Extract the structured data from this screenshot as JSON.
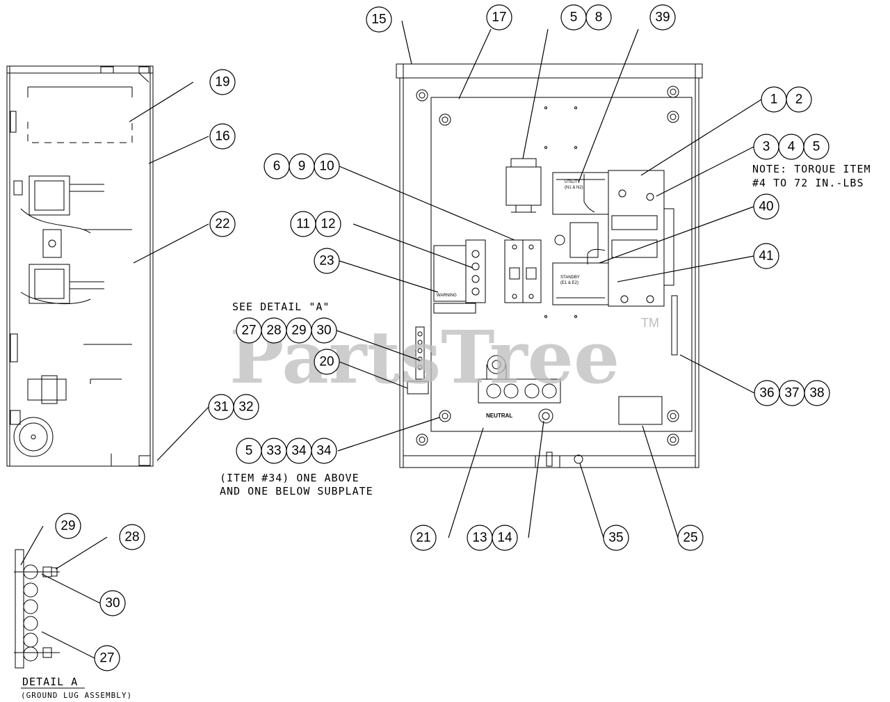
{
  "watermark": {
    "text": "PartsTree",
    "tm": "TM"
  },
  "notes": {
    "torque_line1": "NOTE: TORQUE ITEM",
    "torque_line2": "#4 TO 72 IN.-LBS",
    "see_detail": "SEE DETAIL \"A\"",
    "item34_line1": "(ITEM #34) ONE ABOVE",
    "item34_line2": "AND ONE BELOW SUBPLATE",
    "detail_title": "DETAIL A",
    "detail_subtitle": "(GROUND LUG ASSEMBLY)"
  },
  "panel_labels": {
    "neutral": "NEUTRAL",
    "warning": "WARNING",
    "utility": "UTILITY",
    "utility_sub": "(N1 & N2)",
    "standby": "STANDBY",
    "standby_sub": "(E1 & E2)"
  },
  "callouts": {
    "c15": "15",
    "c17": "17",
    "c5a": "5",
    "c8": "8",
    "c39": "39",
    "c19": "19",
    "c16": "16",
    "c22": "22",
    "c31": "31",
    "c32": "32",
    "c1": "1",
    "c2": "2",
    "c3": "3",
    "c4": "4",
    "c5b": "5",
    "c40": "40",
    "c41": "41",
    "c6": "6",
    "c9": "9",
    "c10": "10",
    "c11": "11",
    "c12": "12",
    "c23": "23",
    "c27a": "27",
    "c28a": "28",
    "c29a": "29",
    "c30a": "30",
    "c20": "20",
    "c5c": "5",
    "c33": "33",
    "c34a": "34",
    "c34b": "34",
    "c36": "36",
    "c37": "37",
    "c38": "38",
    "c21": "21",
    "c13": "13",
    "c14": "14",
    "c35": "35",
    "c25": "25",
    "c29b": "29",
    "c28b": "28",
    "c30b": "30",
    "c27b": "27"
  }
}
